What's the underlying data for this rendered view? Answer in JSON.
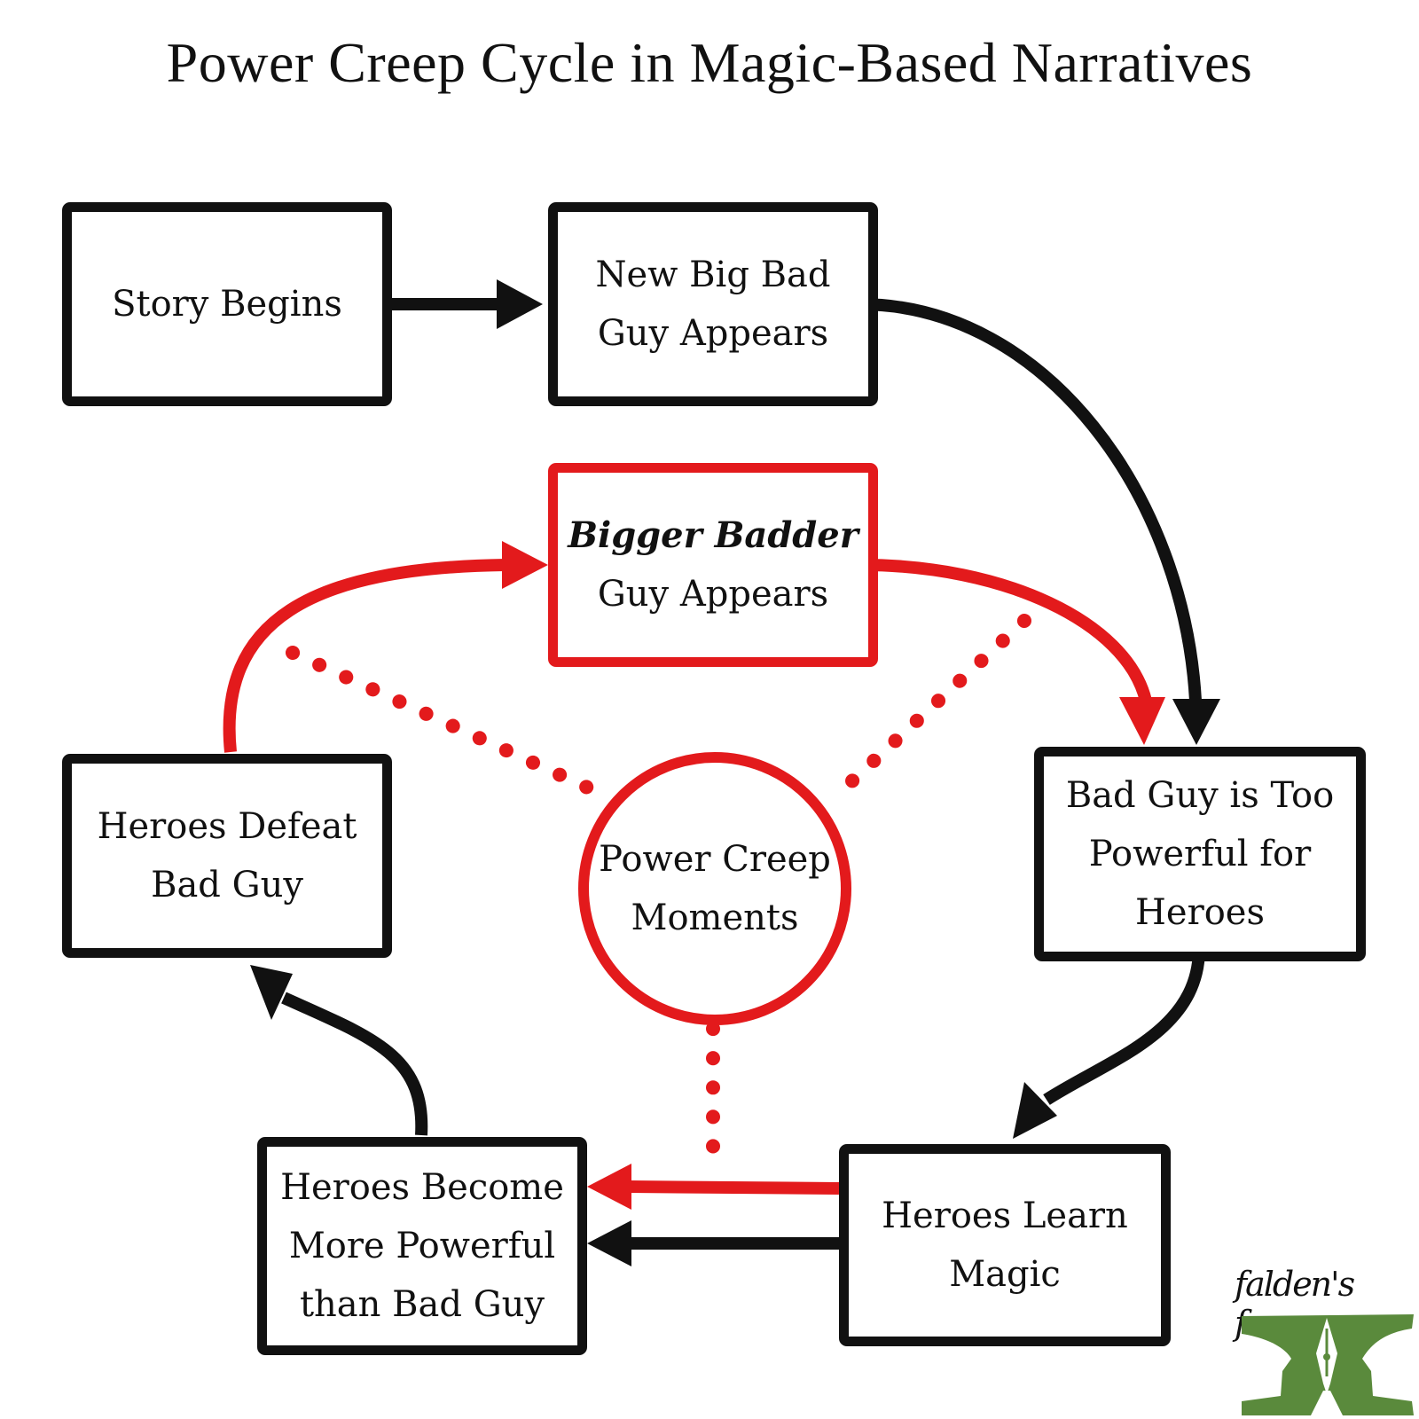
{
  "title": "Power Creep Cycle in Magic-Based Narratives",
  "nodes": {
    "story_begins": {
      "lines": [
        "Story Begins"
      ]
    },
    "new_big_bad": {
      "lines": [
        "New Big Bad",
        "Guy Appears"
      ]
    },
    "bigger_badder": {
      "emphasis": "Bigger Badder",
      "lines": [
        "Guy Appears"
      ]
    },
    "too_powerful": {
      "lines": [
        "Bad Guy is Too",
        "Powerful for",
        "Heroes"
      ]
    },
    "learn_magic": {
      "lines": [
        "Heroes Learn",
        "Magic"
      ]
    },
    "become_powerful": {
      "lines": [
        "Heroes Become",
        "More Powerful",
        "than Bad Guy"
      ]
    },
    "defeat": {
      "lines": [
        "Heroes Defeat",
        "Bad Guy"
      ]
    },
    "power_creep": {
      "lines": [
        "Power Creep",
        "Moments"
      ]
    }
  },
  "brand": {
    "name": "falden's forge",
    "icon": "anvil-pen-icon"
  },
  "colors": {
    "black": "#111111",
    "red": "#e31a1c",
    "brand_green": "#5a8a3c"
  }
}
